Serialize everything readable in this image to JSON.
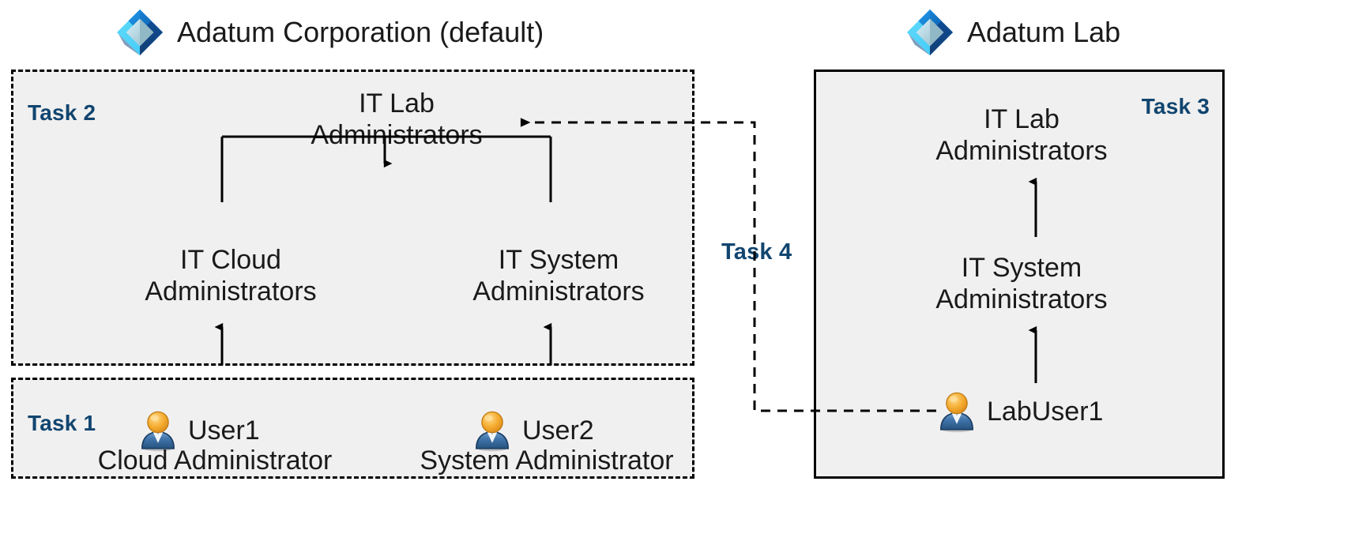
{
  "tenants": [
    {
      "id": "corp",
      "logo_icon": "azure-ad-diamond-icon",
      "name": "Adatum Corporation (default)"
    },
    {
      "id": "lab",
      "logo_icon": "azure-ad-diamond-icon",
      "name": "Adatum Lab"
    }
  ],
  "tasks": {
    "task1": "Task 1",
    "task2": "Task 2",
    "task3": "Task 3",
    "task4": "Task 4"
  },
  "corp": {
    "groups": {
      "lab_admins_line1": "IT Lab",
      "lab_admins_line2": "Administrators",
      "cloud_admins_line1": "IT Cloud",
      "cloud_admins_line2": "Administrators",
      "system_admins_line1": "IT System",
      "system_admins_line2": "Administrators"
    },
    "users": [
      {
        "icon": "user-icon",
        "name": "User1",
        "role": "Cloud Administrator"
      },
      {
        "icon": "user-icon",
        "name": "User2",
        "role": "System Administrator"
      }
    ]
  },
  "lab": {
    "groups": {
      "lab_admins_line1": "IT Lab",
      "lab_admins_line2": "Administrators",
      "system_admins_line1": "IT System",
      "system_admins_line2": "Administrators"
    },
    "users": [
      {
        "icon": "user-icon",
        "name": "LabUser1"
      }
    ]
  },
  "colors": {
    "task_label": "#11456f",
    "panel_fill": "#f0f0f0",
    "panel_border": "#000000",
    "connector": "#000000",
    "logo_light_blue": "#50d0f5",
    "logo_mid_blue": "#1b93e8",
    "logo_dark_blue": "#0d4d9e",
    "logo_navy": "#1c4d86",
    "logo_pale": "#cdeef7",
    "logo_steel": "#8fb6c4",
    "user_head": "#f0a526",
    "user_body": "#3a6ea5"
  }
}
